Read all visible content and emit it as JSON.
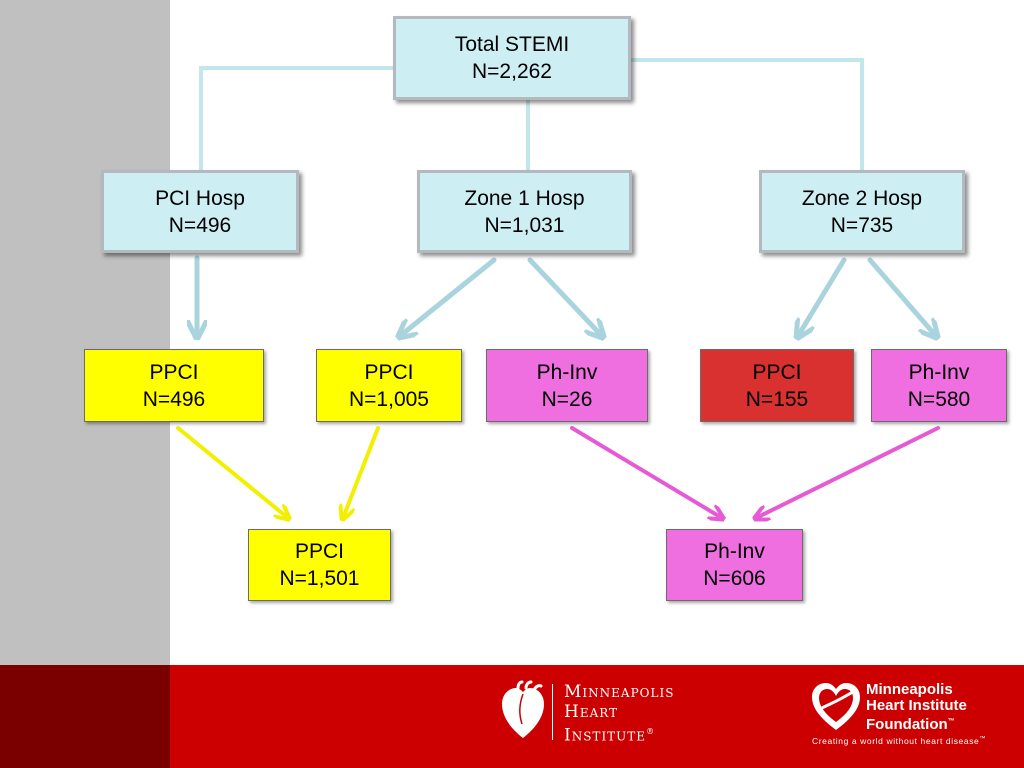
{
  "boxes": {
    "total": {
      "title": "Total STEMI",
      "count": "N=2,262"
    },
    "pci_hosp": {
      "title": "PCI Hosp",
      "count": "N=496"
    },
    "zone1_hosp": {
      "title": "Zone 1 Hosp",
      "count": "N=1,031"
    },
    "zone2_hosp": {
      "title": "Zone 2 Hosp",
      "count": "N=735"
    },
    "ppci_pci": {
      "title": "PPCI",
      "count": "N=496"
    },
    "ppci_zone1": {
      "title": "PPCI",
      "count": "N=1,005"
    },
    "phinv_zone1": {
      "title": "Ph-Inv",
      "count": "N=26"
    },
    "ppci_zone2": {
      "title": "PPCI",
      "count": "N=155"
    },
    "phinv_zone2": {
      "title": "Ph-Inv",
      "count": "N=580"
    },
    "ppci_total": {
      "title": "PPCI",
      "count": "N=1,501"
    },
    "phinv_total": {
      "title": "Ph-Inv",
      "count": "N=606"
    }
  },
  "footer": {
    "mhi_logo": {
      "line1": "Minneapolis",
      "line2": "Heart",
      "line3": "Institute",
      "trademark": "®"
    },
    "mhif_logo": {
      "line1": "Minneapolis",
      "line2": "Heart Institute",
      "line3": "Foundation",
      "trademark": "™",
      "tagline": "Creating a world without heart disease",
      "tagline_mark": "™"
    }
  },
  "colors": {
    "blue_box": "#cdeef2",
    "yellow_box": "#ffff00",
    "pink_box": "#ef6fe0",
    "red_box": "#d8312f",
    "footer_red": "#cc0000",
    "footer_dark": "#7a0000",
    "left_band": "#c0c0c0"
  }
}
